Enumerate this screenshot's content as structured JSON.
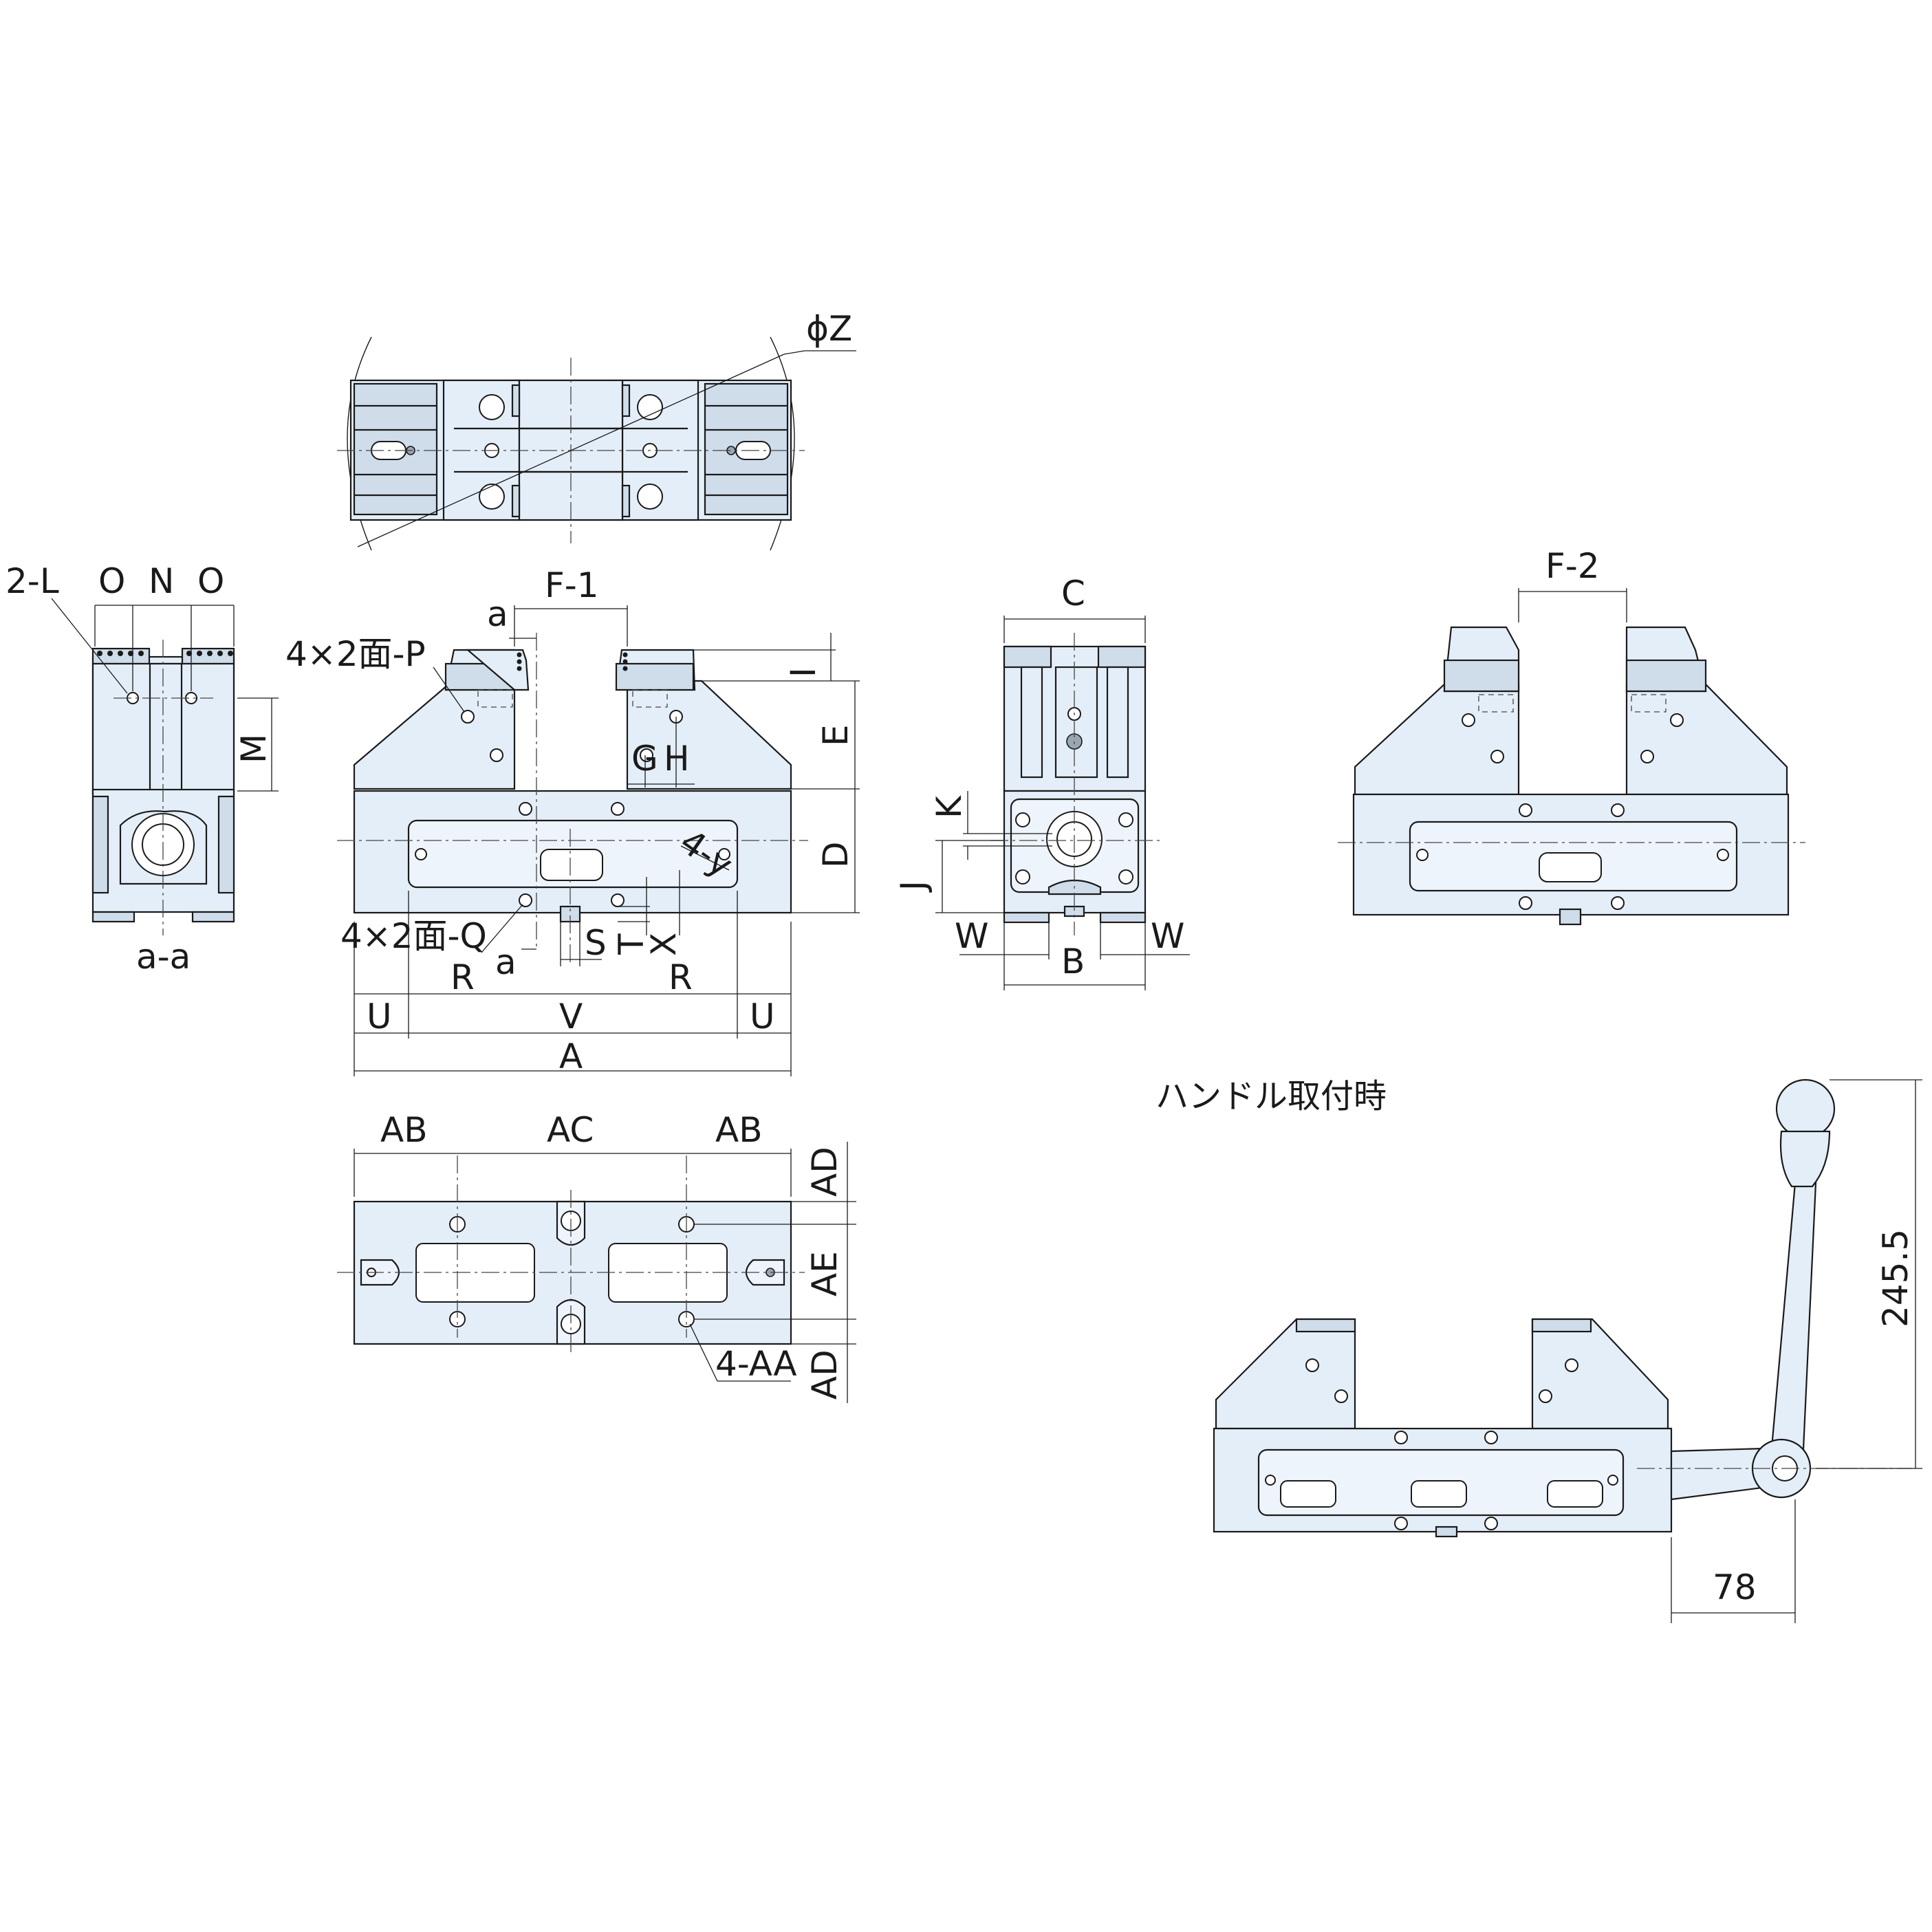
{
  "labels": {
    "phi_z": "ϕZ",
    "two_l": "2-L",
    "o_left": "O",
    "n": "N",
    "o_right": "O",
    "m": "M",
    "section_aa": "a-a",
    "f1": "F-1",
    "a_top": "a",
    "four_p": "4×2面-P",
    "i": "I",
    "e": "E",
    "g": "G",
    "h": "H",
    "d": "D",
    "four_y": "4-y",
    "four_q": "4×2面-Q",
    "a_bottom": "a",
    "s": "S",
    "t": "T",
    "x": "X",
    "r_left": "R",
    "r_right": "R",
    "u_left": "U",
    "v": "V",
    "u_right": "U",
    "a_total": "A",
    "c": "C",
    "k": "K",
    "j": "J",
    "w_left": "W",
    "b": "B",
    "w_right": "W",
    "f2": "F-2",
    "ab_left": "AB",
    "ac": "AC",
    "ab_right": "AB",
    "ad_top": "AD",
    "ae": "AE",
    "ad_bottom": "AD",
    "four_aa": "4-AA",
    "handle_caption": "ハンドル取付時",
    "handle_height": "245.5",
    "handle_offset": "78"
  }
}
